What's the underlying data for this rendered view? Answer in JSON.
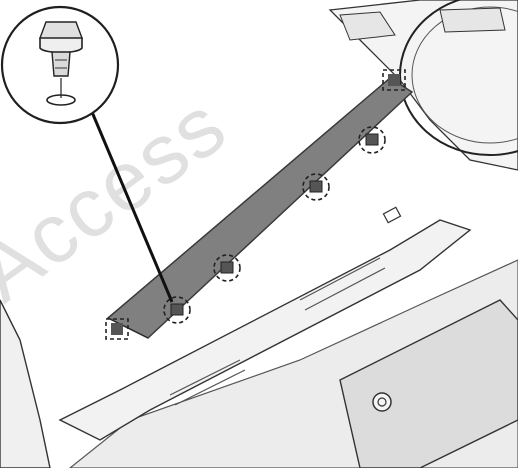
{
  "watermark": {
    "text": "Access",
    "color": "#e0e0e0"
  },
  "colors": {
    "line": "#2b2b2b",
    "panel_fill": "#808080",
    "panel_edge": "#3a3a3a",
    "floor_fill": "#e8e8e8",
    "callout_ring": "#1f1f1f"
  },
  "icons": {
    "detail_callout": "push-pin-clip-icon",
    "clip_marker": "dashed-circle-icon",
    "tab_marker": "dashed-square-icon"
  },
  "clips": {
    "round_clip_count": 4,
    "square_tab_count": 2
  }
}
